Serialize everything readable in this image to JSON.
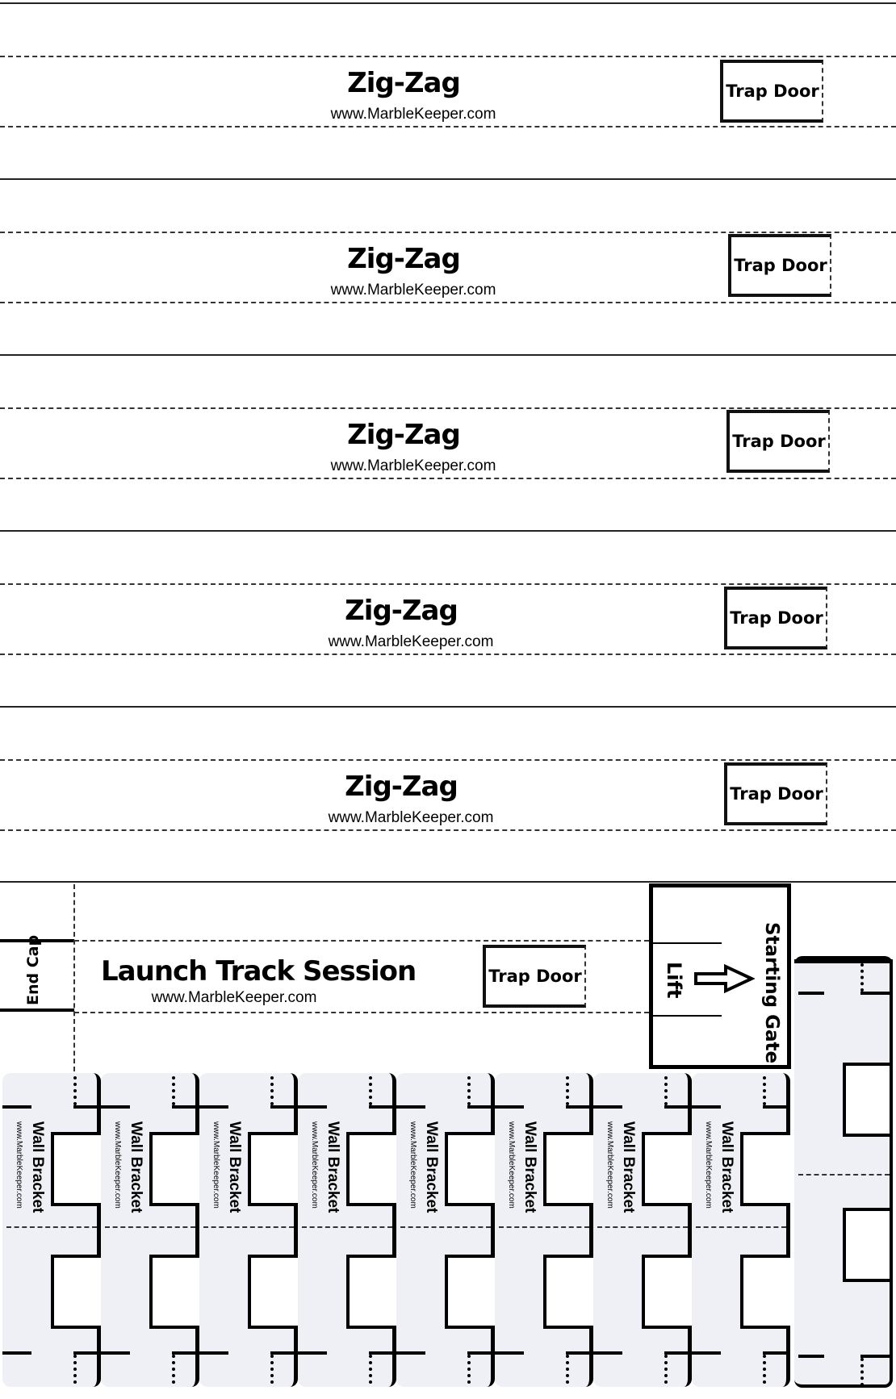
{
  "zigzag_strips": [
    {
      "title": "Zig-Zag",
      "url": "www.MarbleKeeper.com",
      "trap_door": "Trap Door"
    },
    {
      "title": "Zig-Zag",
      "url": "www.MarbleKeeper.com",
      "trap_door": "Trap Door"
    },
    {
      "title": "Zig-Zag",
      "url": "www.MarbleKeeper.com",
      "trap_door": "Trap Door"
    },
    {
      "title": "Zig-Zag",
      "url": "www.MarbleKeeper.com",
      "trap_door": "Trap Door"
    },
    {
      "title": "Zig-Zag",
      "url": "www.MarbleKeeper.com",
      "trap_door": "Trap Door"
    }
  ],
  "launch": {
    "end_cap": "End Cap",
    "title": "Launch Track Session",
    "url": "www.MarbleKeeper.com",
    "trap_door": "Trap Door",
    "lift": "Lift",
    "starting_gate": "Starting Gate"
  },
  "wall_brackets": [
    {
      "title": "Wall Bracket",
      "url": "www.MarbleKeeper.com"
    },
    {
      "title": "Wall Bracket",
      "url": "www.MarbleKeeper.com"
    },
    {
      "title": "Wall Bracket",
      "url": "www.MarbleKeeper.com"
    },
    {
      "title": "Wall Bracket",
      "url": "www.MarbleKeeper.com"
    },
    {
      "title": "Wall Bracket",
      "url": "www.MarbleKeeper.com"
    },
    {
      "title": "Wall Bracket",
      "url": "www.MarbleKeeper.com"
    },
    {
      "title": "Wall Bracket",
      "url": "www.MarbleKeeper.com"
    },
    {
      "title": "Wall Bracket",
      "url": "www.MarbleKeeper.com"
    }
  ]
}
